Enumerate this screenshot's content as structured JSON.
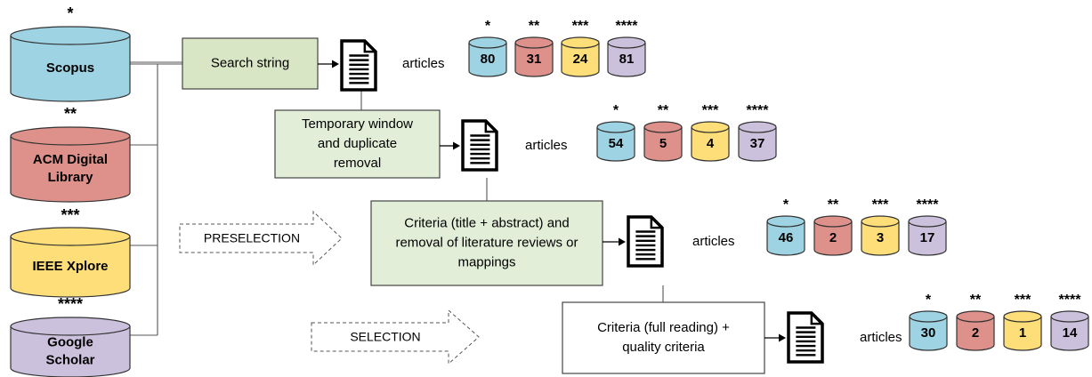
{
  "databases": [
    {
      "stars": "*",
      "label_lines": [
        "Scopus"
      ],
      "fill": "#9dd3e2"
    },
    {
      "stars": "**",
      "label_lines": [
        "ACM Digital",
        "Library"
      ],
      "fill": "#dd918a"
    },
    {
      "stars": "***",
      "label_lines": [
        "IEEE Xplore"
      ],
      "fill": "#fdde78"
    },
    {
      "stars": "****",
      "label_lines": [
        "Google",
        "Scholar"
      ],
      "fill": "#ccc1dc"
    }
  ],
  "steps": [
    {
      "label_lines": [
        "Search string"
      ],
      "fill": "#d9e6c5"
    },
    {
      "label_lines": [
        "Temporary window",
        "and duplicate",
        "removal"
      ],
      "fill": "#e2eed8"
    },
    {
      "label_lines": [
        "Criteria (title + abstract) and",
        "removal of literature reviews or",
        "mappings"
      ],
      "fill": "#e2eed8"
    },
    {
      "label_lines": [
        "Criteria (full reading) +",
        "quality criteria"
      ],
      "fill": "#ffffff"
    }
  ],
  "phases": [
    "PRESELECTION",
    "SELECTION"
  ],
  "results_label": "articles",
  "results": [
    {
      "values": [
        80,
        31,
        24,
        81
      ]
    },
    {
      "values": [
        54,
        5,
        4,
        37
      ]
    },
    {
      "values": [
        46,
        2,
        3,
        17
      ]
    },
    {
      "values": [
        30,
        2,
        1,
        14
      ]
    }
  ],
  "result_stars": [
    "*",
    "**",
    "***",
    "****"
  ],
  "result_fills": [
    "#9dd3e2",
    "#dd918a",
    "#fdde78",
    "#ccc1dc"
  ]
}
